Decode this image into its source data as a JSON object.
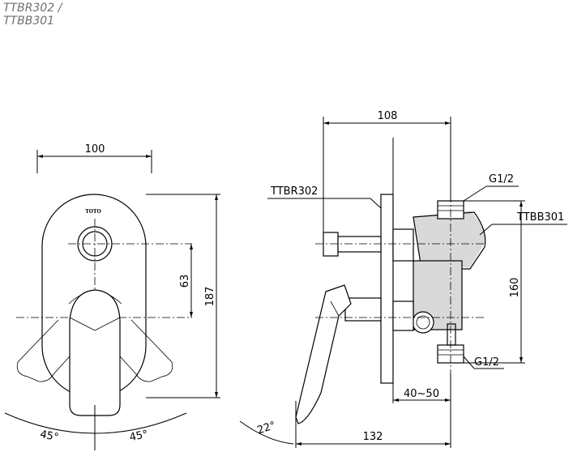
{
  "header": {
    "line1": "TTBR302 /",
    "line2": "TTBB301"
  },
  "front_view": {
    "logo_text": "TOTO",
    "dim_width": "100",
    "dim_spacing": "63",
    "dim_height": "187",
    "angle_left": "45°",
    "angle_right": "45°"
  },
  "side_view": {
    "dim_depth": "108",
    "label_trim": "TTBR302",
    "label_valve": "TTBB301",
    "thread_top": "G1/2",
    "thread_bottom": "G1/2",
    "dim_height": "160",
    "dim_wall": "40~50",
    "dim_total": "132",
    "angle_lever": "22°"
  }
}
